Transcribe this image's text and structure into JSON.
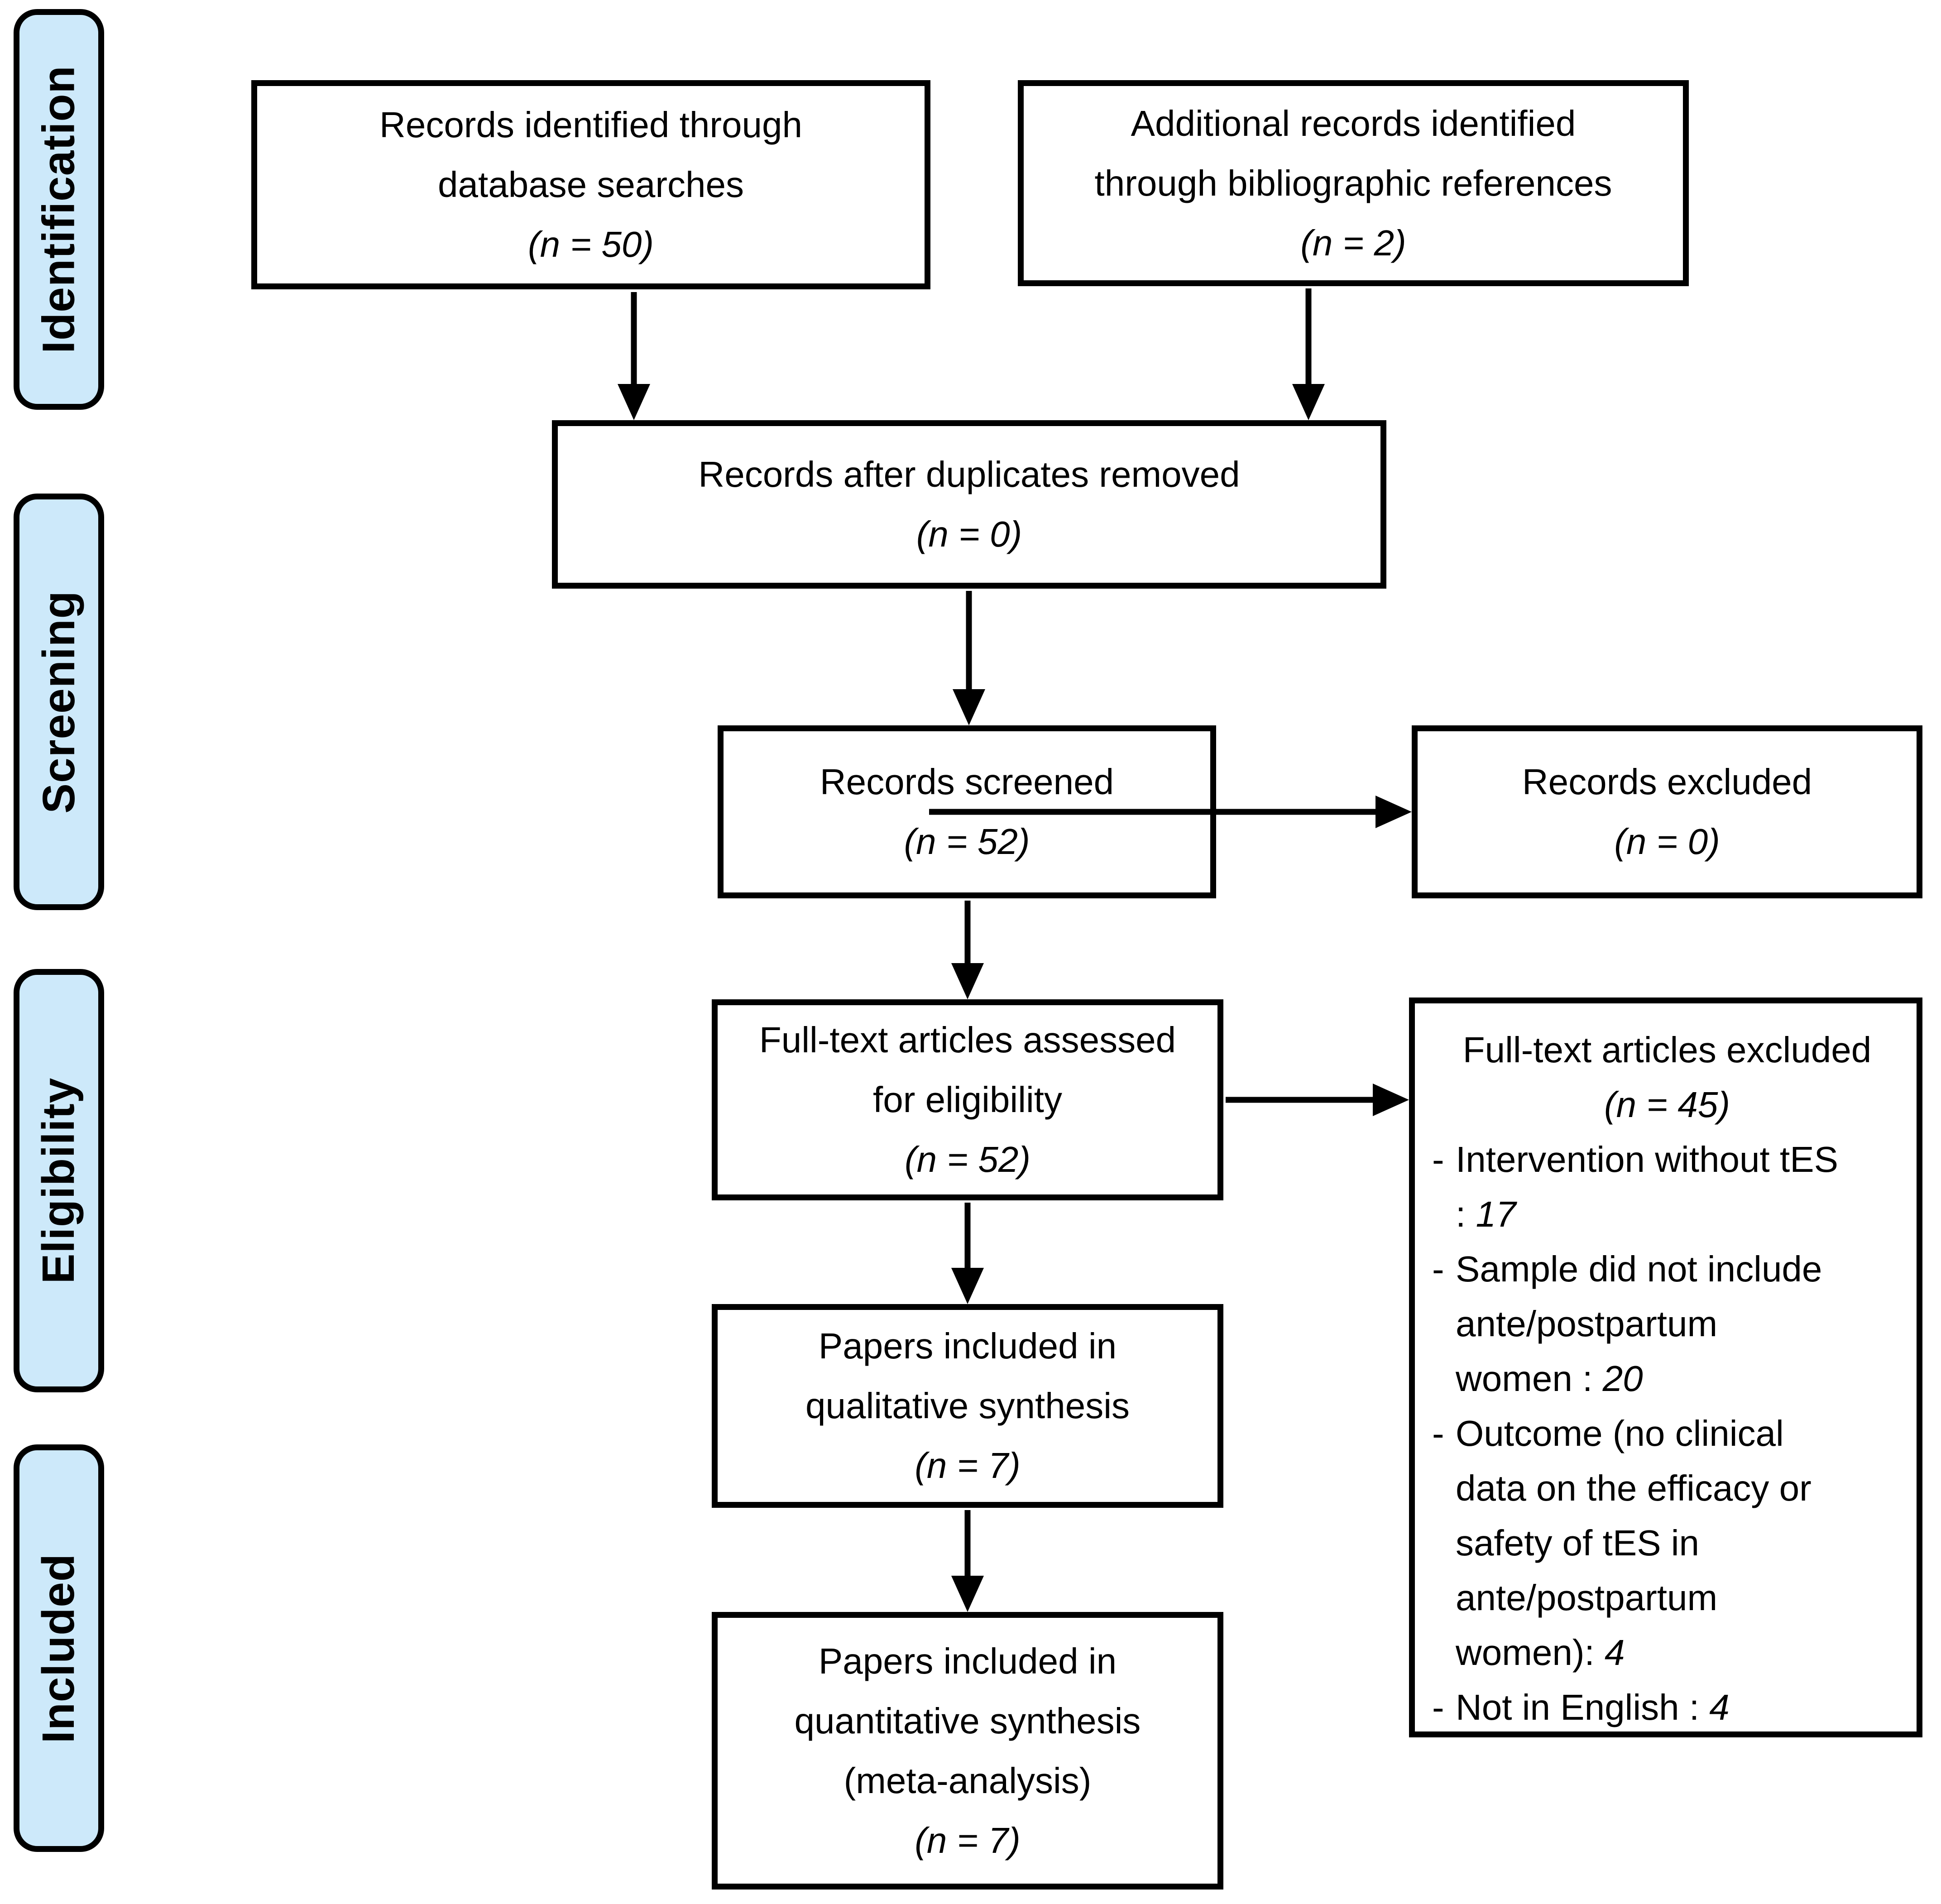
{
  "diagram_type": "prisma-flowchart",
  "colors": {
    "stage_label_fill": "#cde9fa",
    "box_fill": "#ffffff",
    "line_color": "#000000",
    "text_color": "#000000"
  },
  "sidebar": {
    "stages": [
      {
        "label": "Identification"
      },
      {
        "label": "Screening"
      },
      {
        "label": "Eligibility"
      },
      {
        "label": "Included"
      }
    ]
  },
  "boxes": {
    "records_identified": {
      "lines": [
        "Records identified through",
        "database searches"
      ],
      "n": "(n = 50)"
    },
    "additional_records": {
      "lines": [
        "Additional records identified",
        "through bibliographic references"
      ],
      "n": "(n = 2)"
    },
    "duplicates_removed": {
      "lines": [
        "Records after duplicates removed"
      ],
      "n": "(n = 0)"
    },
    "records_screened": {
      "lines": [
        "Records screened"
      ],
      "n": "(n = 52)"
    },
    "records_excluded": {
      "lines": [
        "Records excluded"
      ],
      "n": "(n = 0)"
    },
    "fulltext_assessed": {
      "lines": [
        "Full-text articles assessed",
        "for eligibility"
      ],
      "n": "(n = 52)"
    },
    "fulltext_excluded": {
      "title": "Full-text articles excluded",
      "n": "(n = 45)",
      "bullet_char": "-",
      "reasons": [
        {
          "lines": [
            "Intervention without tES",
            ": "
          ],
          "count": "17"
        },
        {
          "lines": [
            "Sample did not include",
            "ante/postpartum",
            "women : "
          ],
          "count": "20"
        },
        {
          "lines": [
            "Outcome (no clinical",
            "data on the efficacy or",
            "safety of tES in",
            "ante/postpartum",
            "women): "
          ],
          "count": "4"
        },
        {
          "lines": [
            "Not in English : "
          ],
          "count": "4"
        }
      ]
    },
    "qualitative": {
      "lines": [
        "Papers included in",
        "qualitative synthesis"
      ],
      "n": "(n = 7)"
    },
    "quantitative": {
      "lines": [
        "Papers included in",
        "quantitative synthesis",
        "(meta-analysis)"
      ],
      "n": "(n = 7)"
    }
  }
}
